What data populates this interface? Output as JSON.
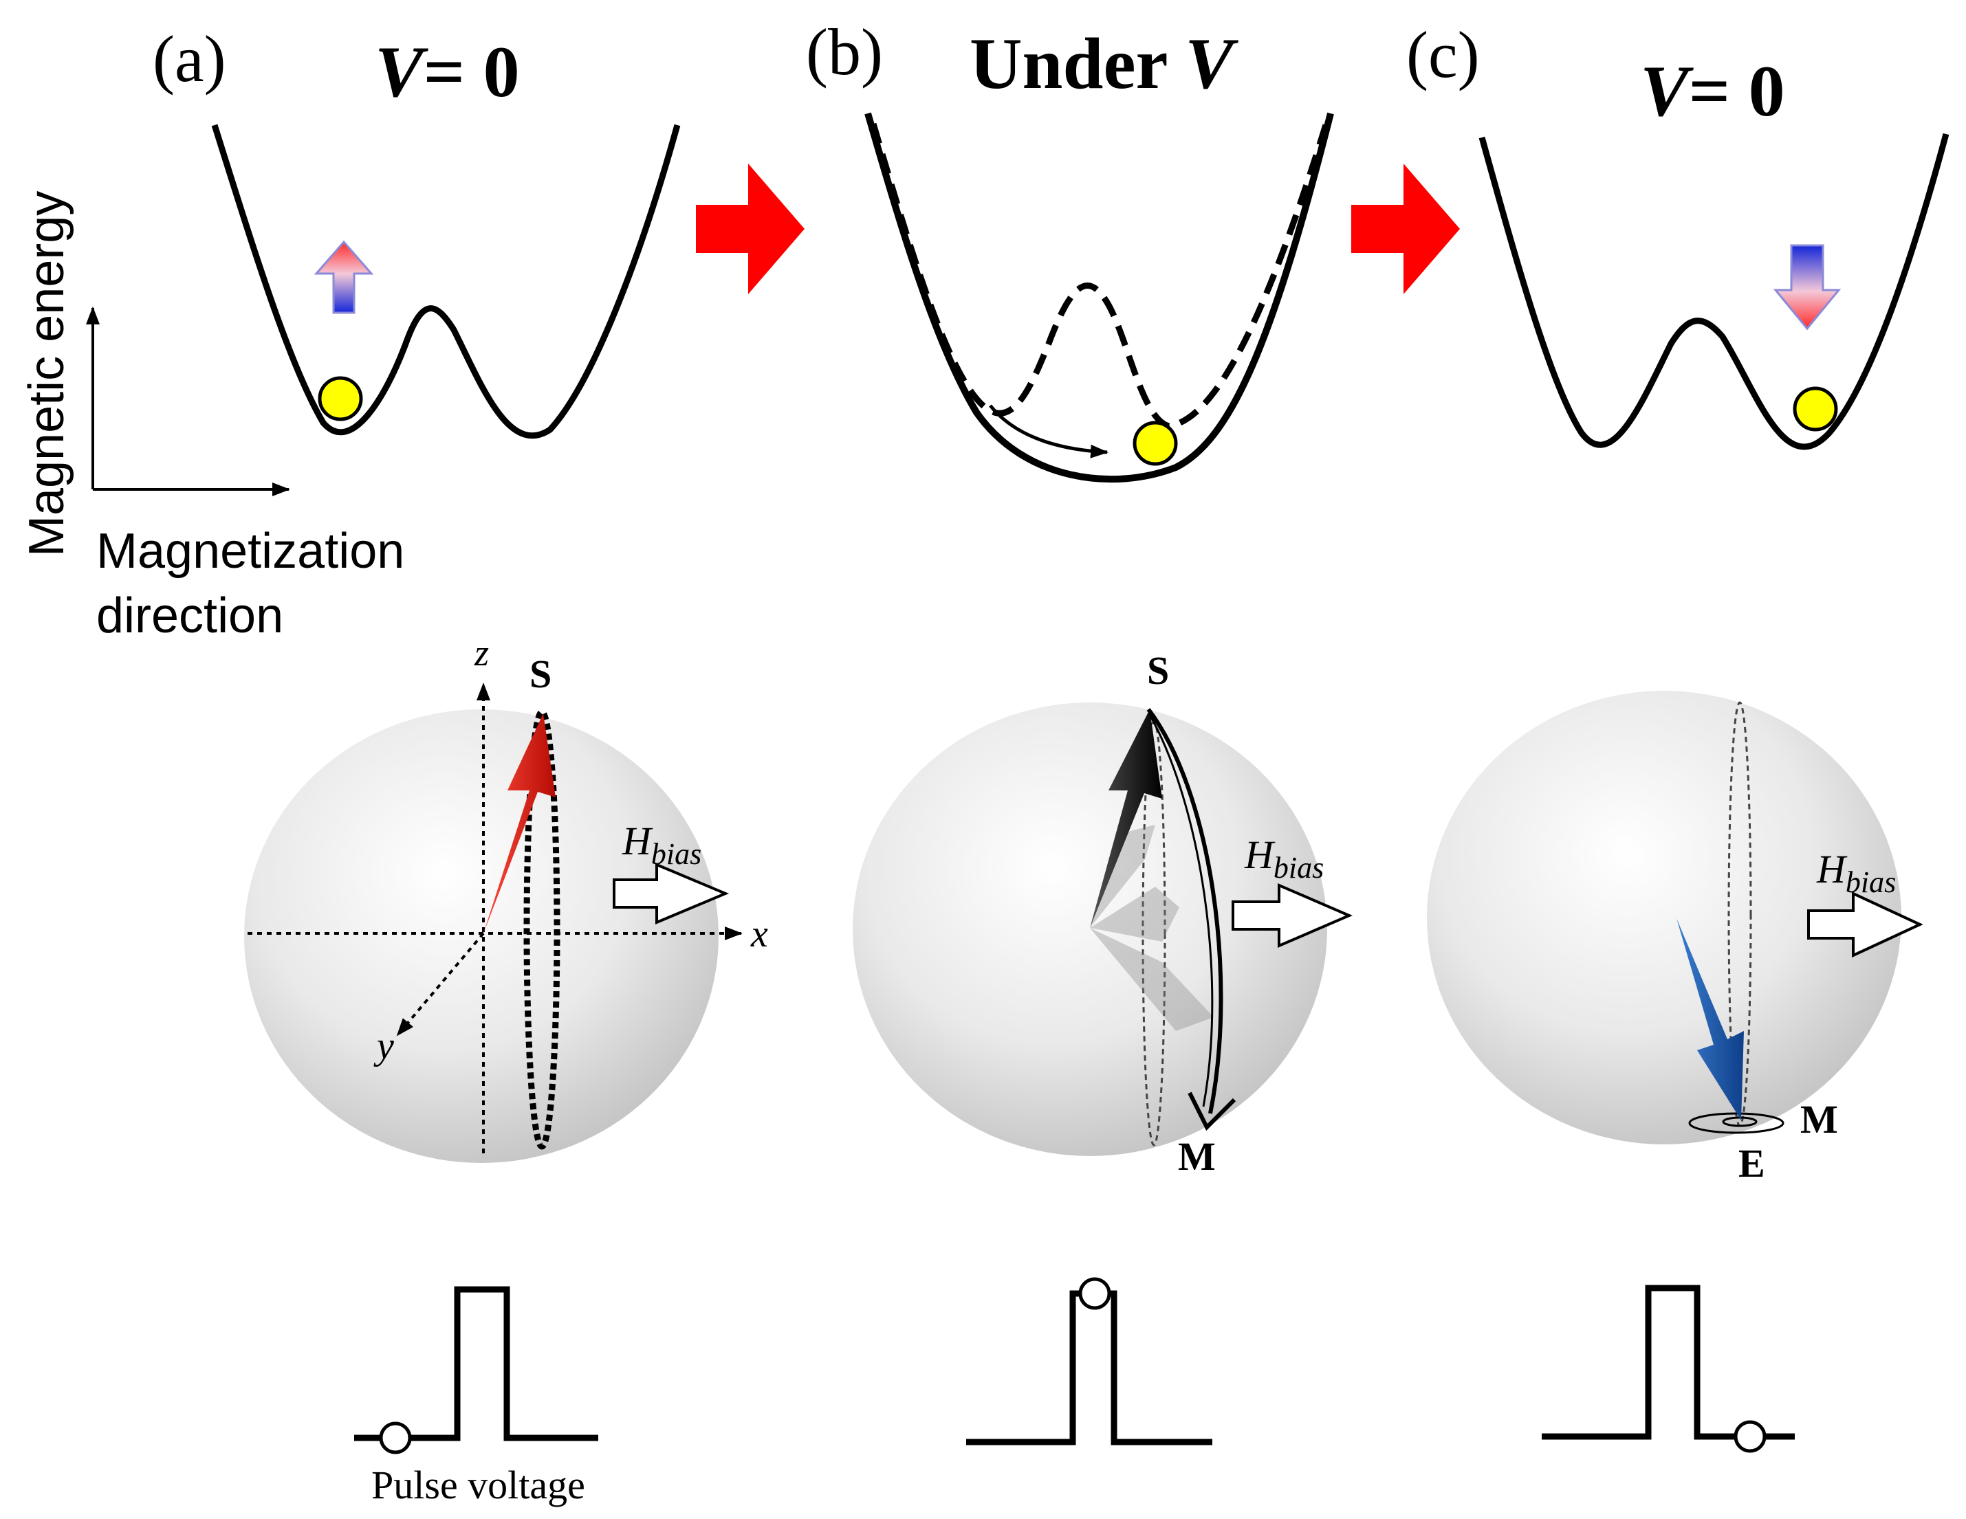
{
  "panels": [
    {
      "label": "(a)",
      "voltage_prefix": "",
      "voltage_var": "V",
      "voltage_suffix": "= 0"
    },
    {
      "label": "(b)",
      "voltage_prefix": "Under ",
      "voltage_var": "V",
      "voltage_suffix": ""
    },
    {
      "label": "(c)",
      "voltage_prefix": "",
      "voltage_var": "V",
      "voltage_suffix": "= 0"
    }
  ],
  "axes": {
    "y_label": "Magnetic energy",
    "x_label_line1": "Magnetization",
    "x_label_line2": "direction"
  },
  "sphere": {
    "axis_z": "z",
    "axis_x": "x",
    "axis_y": "y",
    "start_label": "S",
    "mid_label": "M",
    "end_label": "E",
    "field_main": "H",
    "field_sub": "bias"
  },
  "pulse": {
    "caption": "Pulse voltage"
  },
  "colors": {
    "transition_arrow": "#ff0000",
    "ball": "#ffff00",
    "spin_up_top": "#ff3030",
    "spin_up_bottom": "#1a2fd6",
    "magnet_red": "#e8140c",
    "magnet_blue": "#1d5fb4"
  }
}
